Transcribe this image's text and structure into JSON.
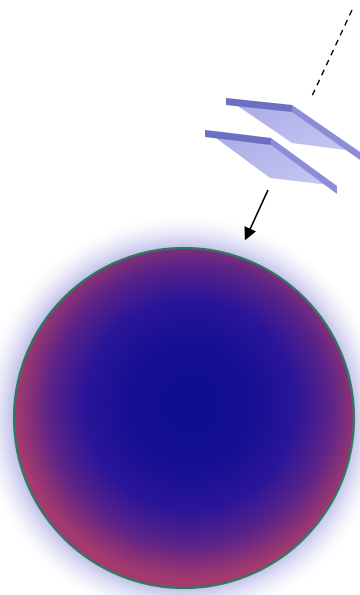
{
  "diagram": {
    "elements": [
      "incoming-ray-dashed-line",
      "polarizer-plate-upper",
      "polarizer-plate-lower",
      "transmitted-ray-arrow",
      "sphere-halo-glow",
      "sphere-body",
      "sphere-outline"
    ],
    "colors": {
      "background": "#ffffff",
      "sphere_center": "#0e0c8f",
      "sphere_mid": "#2a1598",
      "sphere_edge": "#a43a6e",
      "sphere_outline": "#2e7a5e",
      "halo_inner": "#7c7ccf",
      "plate_top_face": "#b8b9ec",
      "plate_side_face": "#8c8dd8",
      "plate_edge_dark": "#6d6fc2",
      "ray_color": "#000000"
    }
  }
}
